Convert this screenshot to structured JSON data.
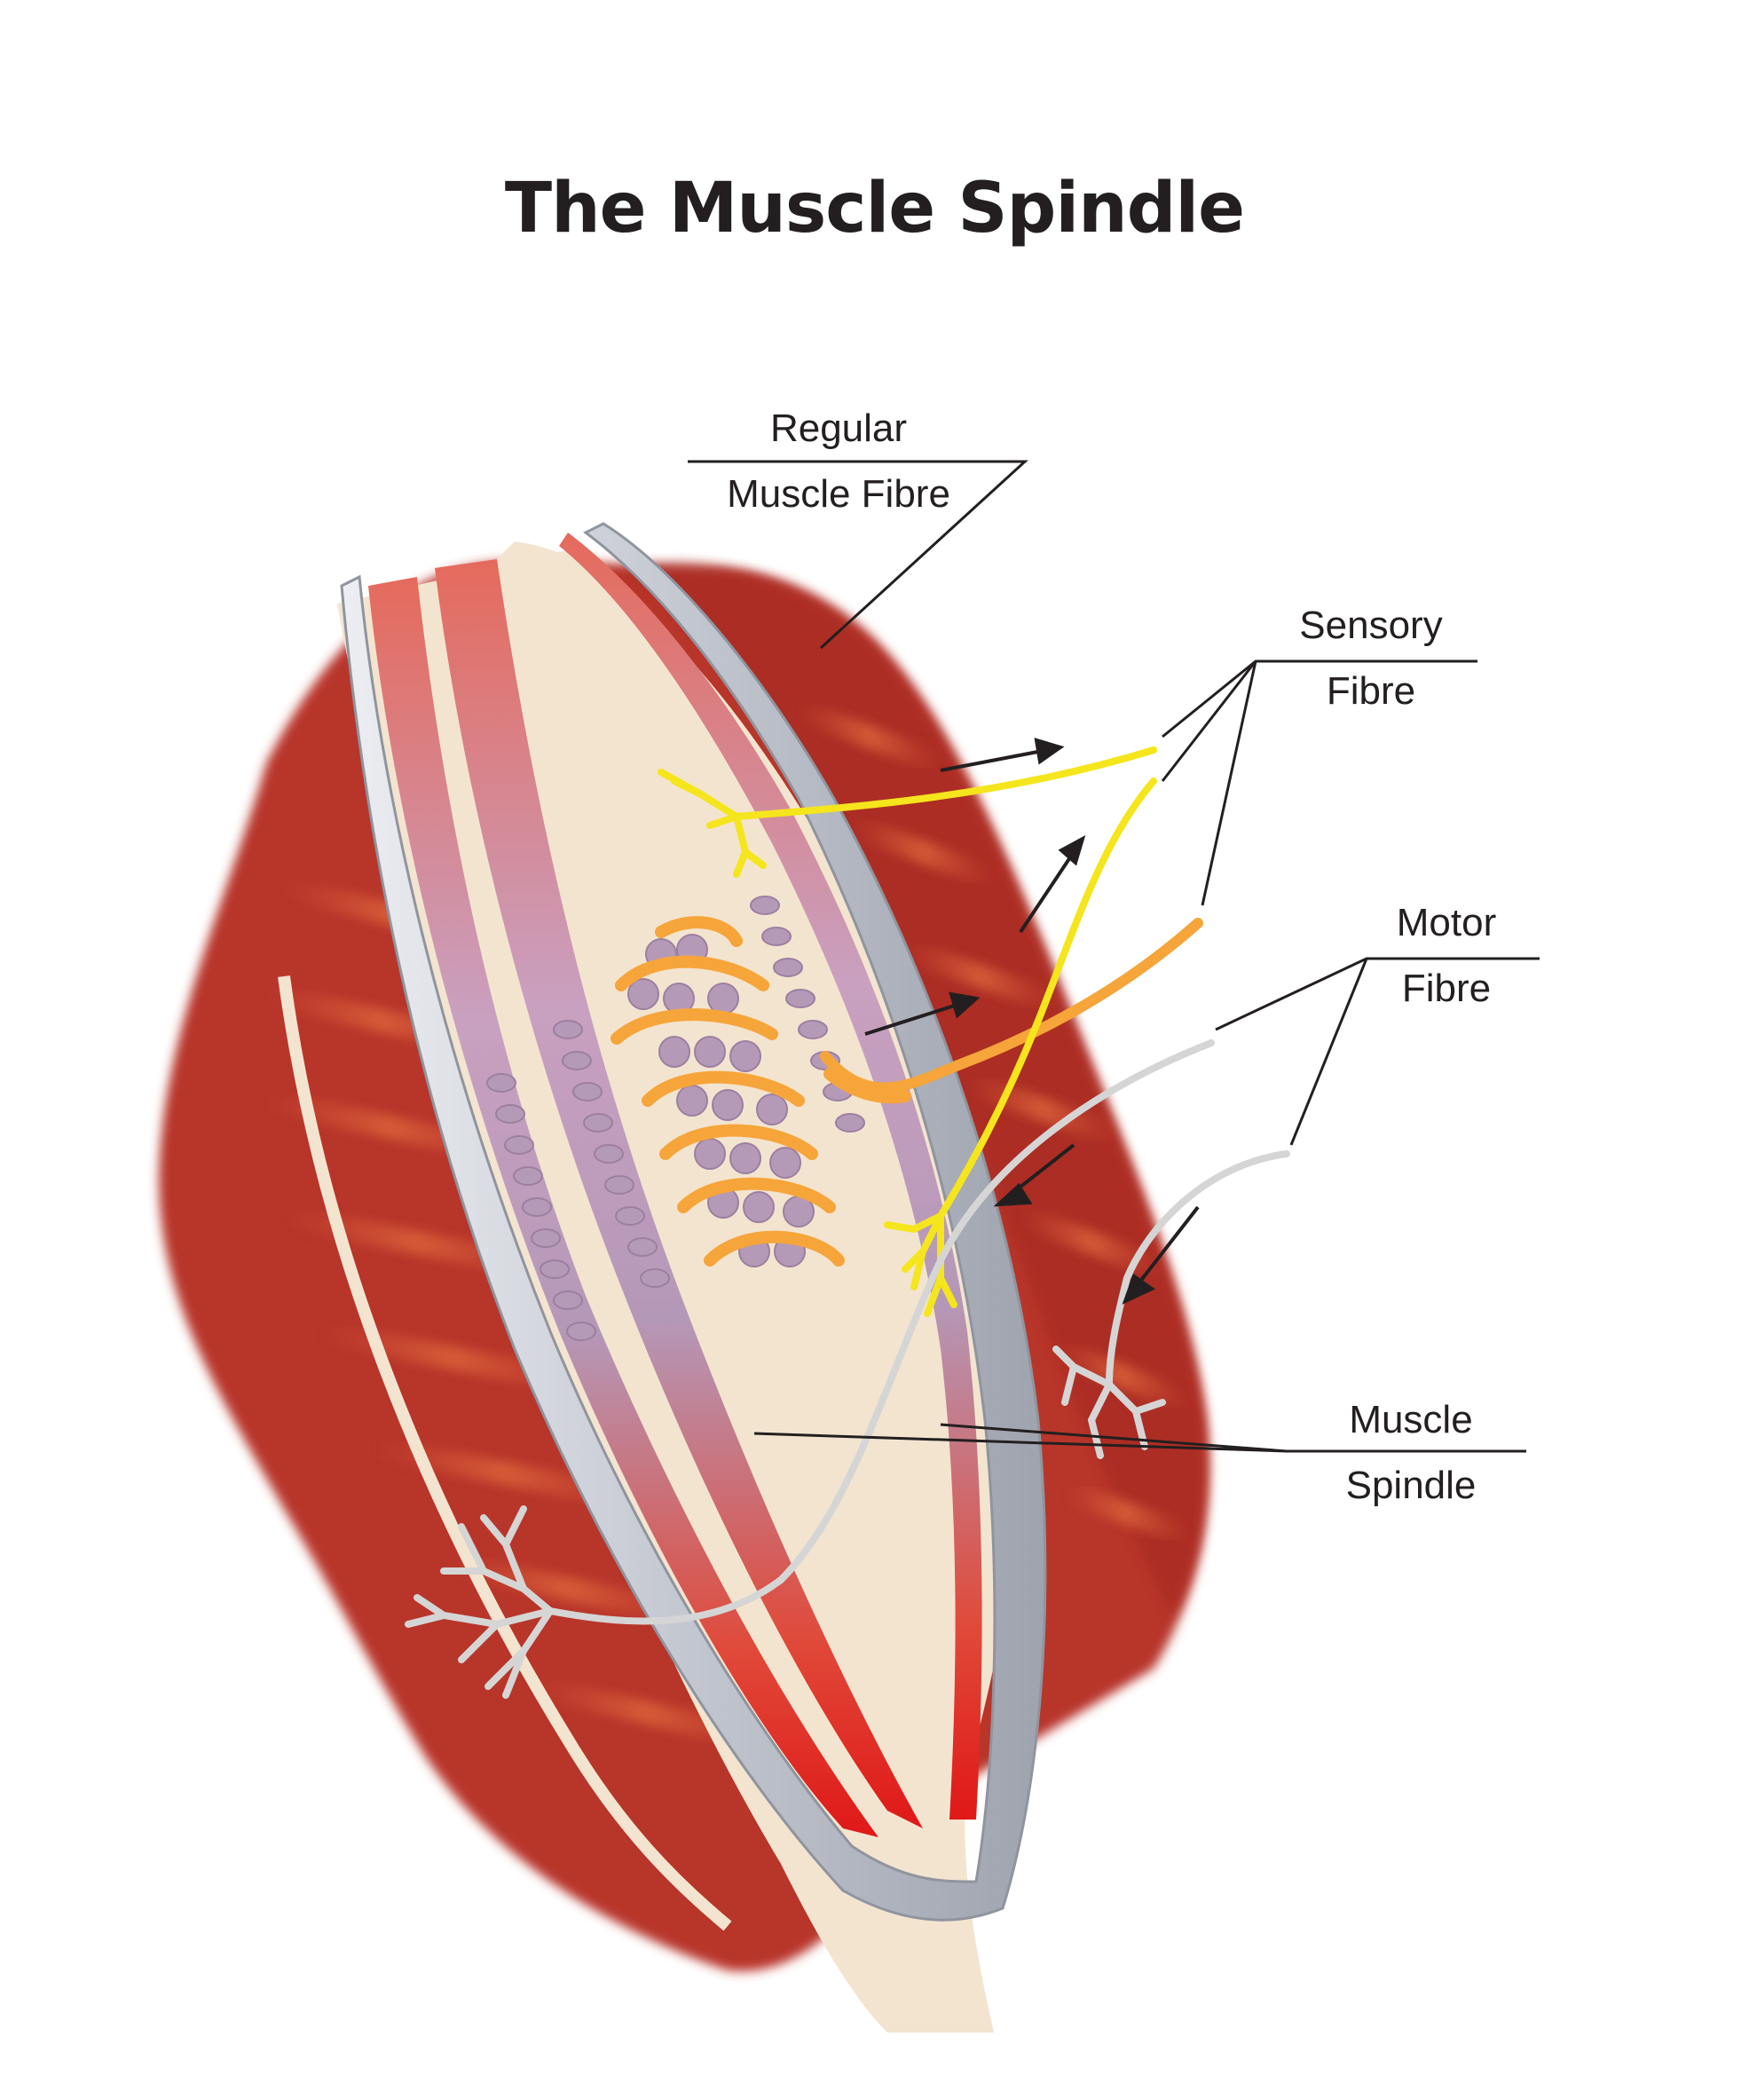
{
  "title": "The Muscle Spindle",
  "labels": {
    "regular_muscle_fibre": {
      "line1": "Regular",
      "line2": "Muscle Fibre"
    },
    "sensory_fibre": {
      "line1": "Sensory",
      "line2": "Fibre"
    },
    "motor_fibre": {
      "line1": "Motor",
      "line2": "Fibre"
    },
    "muscle_spindle": {
      "line1": "Muscle",
      "line2": "Spindle"
    }
  },
  "colors": {
    "muscle_outer": "#b8342a",
    "muscle_band": "#d6553a",
    "muscle_bright": "#e02020",
    "connective": "#f3e4d0",
    "capsule": "#c9ccd4",
    "nuclei": "#b59ab8",
    "sensory_nerve": "#f5e51c",
    "motor_nerve_orange": "#f6a53a",
    "motor_nerve_grey": "#d5d5d5",
    "label_text": "#231f20"
  }
}
